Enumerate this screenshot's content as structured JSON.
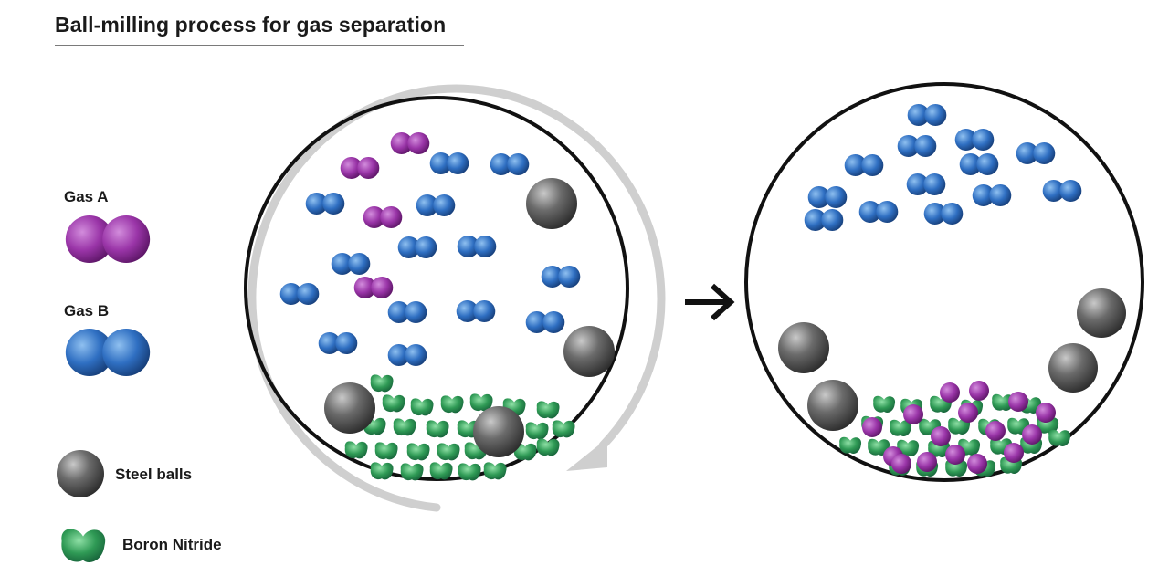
{
  "title": "Ball-milling process for gas separation",
  "legend": {
    "gas_a": "Gas A",
    "gas_b": "Gas B",
    "steel_balls": "Steel balls",
    "boron_nitride": "Boron Nitride"
  },
  "colors": {
    "gas_a": "#8a2a96",
    "gas_b": "#2a63b3",
    "steel": "#555555",
    "boron_nitride": "#2f9a55",
    "arrow_ring": "#cfcfcf",
    "outline": "#111111"
  }
}
